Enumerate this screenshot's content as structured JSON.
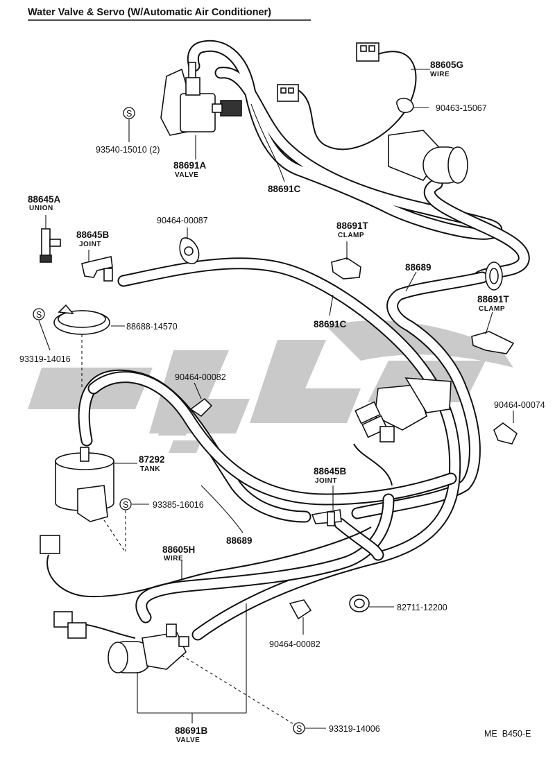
{
  "header": {
    "title": "Water Valve & Servo (W/Automatic Air Conditioner)",
    "figure_code": "ME  B450-E"
  },
  "labels": {
    "p88605G": "88605G",
    "p88605G_sub": "WIRE",
    "p90463": "90463-15067",
    "p93540": "93540-15010 (2)",
    "p88691A": "88691A",
    "p88691A_sub": "VALVE",
    "p88691C_top": "88691C",
    "p88645A": "88645A",
    "p88645A_sub": "UNION",
    "p88645B_top": "88645B",
    "p88645B_top_sub": "JOINT",
    "p90464_00087": "90464-00087",
    "p88691T_top": "88691T",
    "p88691T_top_sub": "CLAMP",
    "p88689_top": "88689",
    "p88691T_right": "88691T",
    "p88691T_right_sub": "CLAMP",
    "p88688": "88688-14570",
    "p88691C_mid": "88691C",
    "p93319_14016": "93319-14016",
    "p90464_00082_top": "90464-00082",
    "p90464_00074": "90464-00074",
    "p87292": "87292",
    "p87292_sub": "TANK",
    "p88645B_mid": "88645B",
    "p88645B_mid_sub": "JOINT",
    "p93385": "93385-16016",
    "p88689_bottom": "88689",
    "p88605H": "88605H",
    "p88605H_sub": "WIRE",
    "p82711": "82711-12200",
    "p90464_00082_bottom": "90464-00082",
    "p88691B": "88691B",
    "p88691B_sub": "VALVE",
    "p93319_14006": "93319-14006",
    "s_mark": "S"
  },
  "watermark": {
    "color": "#c4c4c4"
  }
}
